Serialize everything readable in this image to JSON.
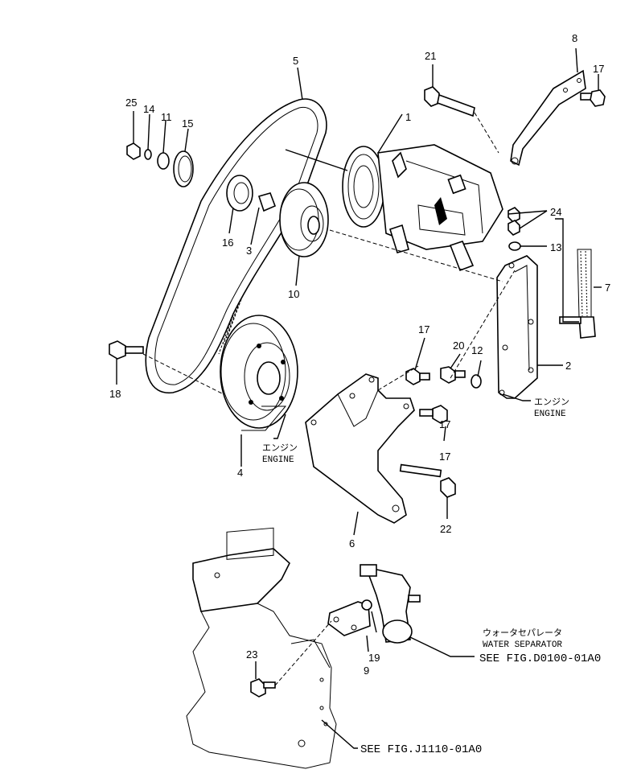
{
  "labels": {
    "p1": "1",
    "p2": "2",
    "p3": "3",
    "p4": "4",
    "p5": "5",
    "p6": "6",
    "p7": "7",
    "p8": "8",
    "p9": "9",
    "p10": "10",
    "p11": "11",
    "p12": "12",
    "p13": "13",
    "p14": "14",
    "p15": "15",
    "p16": "16",
    "p17a": "17",
    "p17b": "17",
    "p17c": "17",
    "p17d": "17",
    "p18": "18",
    "p19": "19",
    "p20": "20",
    "p21": "21",
    "p22": "22",
    "p23": "23",
    "p24": "24",
    "p25": "25"
  },
  "notes": {
    "engine_right_jp": "エンジン",
    "engine_right_en": "ENGINE",
    "engine_left_jp": "エンジン",
    "engine_left_en": "ENGINE",
    "water_sep_jp": "ウォータセパレータ",
    "water_sep_en": "WATER SEPARATOR",
    "see_fig_1": "SEE FIG.D0100-01A0",
    "see_fig_2": "SEE FIG.J1110-01A0"
  }
}
